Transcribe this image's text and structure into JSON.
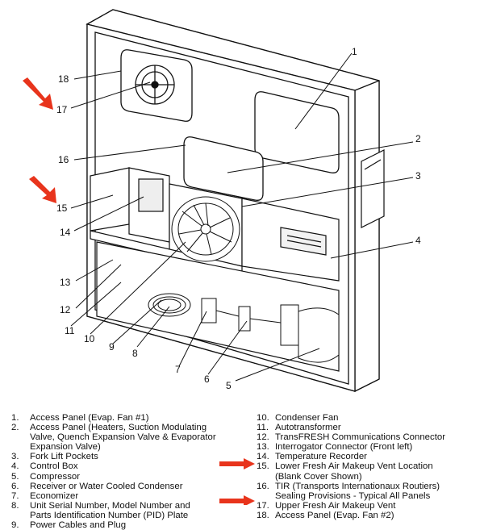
{
  "callouts": [
    {
      "n": "1"
    },
    {
      "n": "2"
    },
    {
      "n": "3"
    },
    {
      "n": "4"
    },
    {
      "n": "5"
    },
    {
      "n": "6"
    },
    {
      "n": "7"
    },
    {
      "n": "8"
    },
    {
      "n": "9"
    },
    {
      "n": "10"
    },
    {
      "n": "11"
    },
    {
      "n": "12"
    },
    {
      "n": "13"
    },
    {
      "n": "14"
    },
    {
      "n": "15"
    },
    {
      "n": "16"
    },
    {
      "n": "17"
    },
    {
      "n": "18"
    }
  ],
  "legend_left": [
    {
      "num": "1.",
      "text": "Access Panel (Evap. Fan #1)"
    },
    {
      "num": "2.",
      "text": "Access Panel (Heaters, Suction Modulating\nValve, Quench Expansion Valve & Evaporator\nExpansion Valve)"
    },
    {
      "num": "3.",
      "text": "Fork Lift Pockets"
    },
    {
      "num": "4.",
      "text": "Control Box"
    },
    {
      "num": "5.",
      "text": "Compressor"
    },
    {
      "num": "6.",
      "text": "Receiver or Water Cooled Condenser"
    },
    {
      "num": "7.",
      "text": "Economizer"
    },
    {
      "num": "8.",
      "text": "Unit Serial Number, Model Number and\nParts Identification Number (PID) Plate"
    },
    {
      "num": "9.",
      "text": "Power Cables and Plug"
    }
  ],
  "legend_right": [
    {
      "num": "10.",
      "text": "Condenser Fan"
    },
    {
      "num": "11.",
      "text": "Autotransformer"
    },
    {
      "num": "12.",
      "text": "TransFRESH Communications Connector"
    },
    {
      "num": "13.",
      "text": "Interrogator Connector (Front left)"
    },
    {
      "num": "14.",
      "text": "Temperature Recorder"
    },
    {
      "num": "15.",
      "text": "Lower Fresh Air Makeup Vent Location\n(Blank Cover Shown)"
    },
    {
      "num": "16.",
      "text": "TIR (Transports Internationaux Routiers)\nSealing Provisions - Typical All Panels"
    },
    {
      "num": "17.",
      "text": "Upper Fresh Air Makeup Vent"
    },
    {
      "num": "18.",
      "text": "Access Panel (Evap. Fan #2)"
    }
  ],
  "colors": {
    "arrow": "#e8341c",
    "line": "#111111"
  }
}
